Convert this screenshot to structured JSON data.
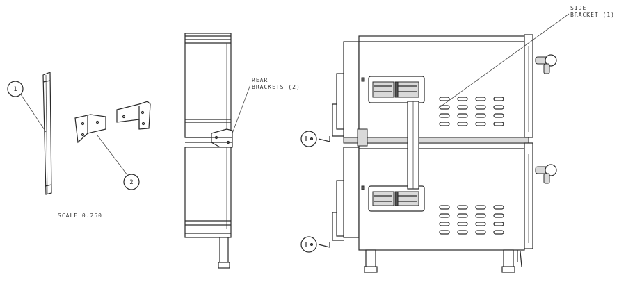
{
  "labels": {
    "scale": "SCALE 0.250",
    "rear_brackets_line1": "REAR",
    "rear_brackets_line2": "BRACKETS (2)",
    "side_bracket_line1": "SIDE",
    "side_bracket_line2": "BRACKET (1)"
  },
  "callouts": [
    {
      "id": "1",
      "text": "1"
    },
    {
      "id": "2",
      "text": "2"
    }
  ],
  "colors": {
    "line": "#2a2a2a",
    "background": "#ffffff"
  }
}
